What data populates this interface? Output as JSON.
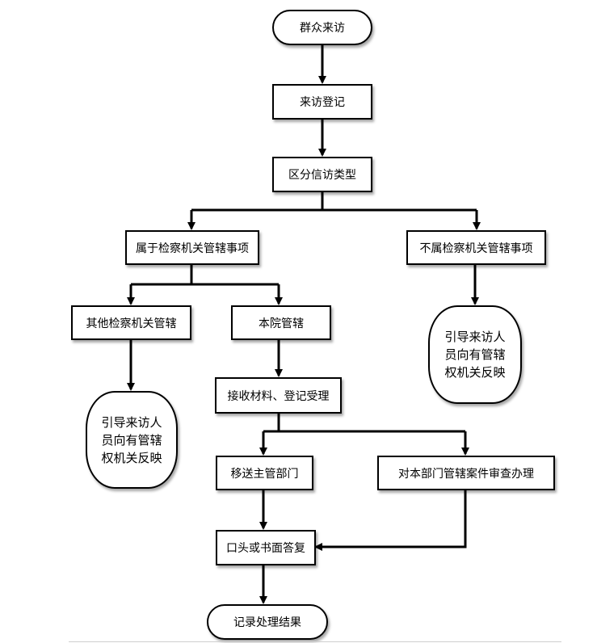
{
  "flowchart": {
    "nodes": {
      "start": "群众来访",
      "register": "来访登记",
      "classify": "区分信访类型",
      "within": "属于检察机关管辖事项",
      "outside": "不属检察机关管辖事项",
      "other_procuratorate": "其他检察机关管辖",
      "this_court": "本院管辖",
      "guide_left": "引导来访人员向有管辖权机关反映",
      "receive": "接收材料、登记受理",
      "guide_right": "引导来访人员向有管辖权机关反映",
      "transfer": "移送主管部门",
      "handle": "对本部门管辖案件审查办理",
      "reply": "口头或书面答复",
      "end": "记录处理结果"
    }
  }
}
